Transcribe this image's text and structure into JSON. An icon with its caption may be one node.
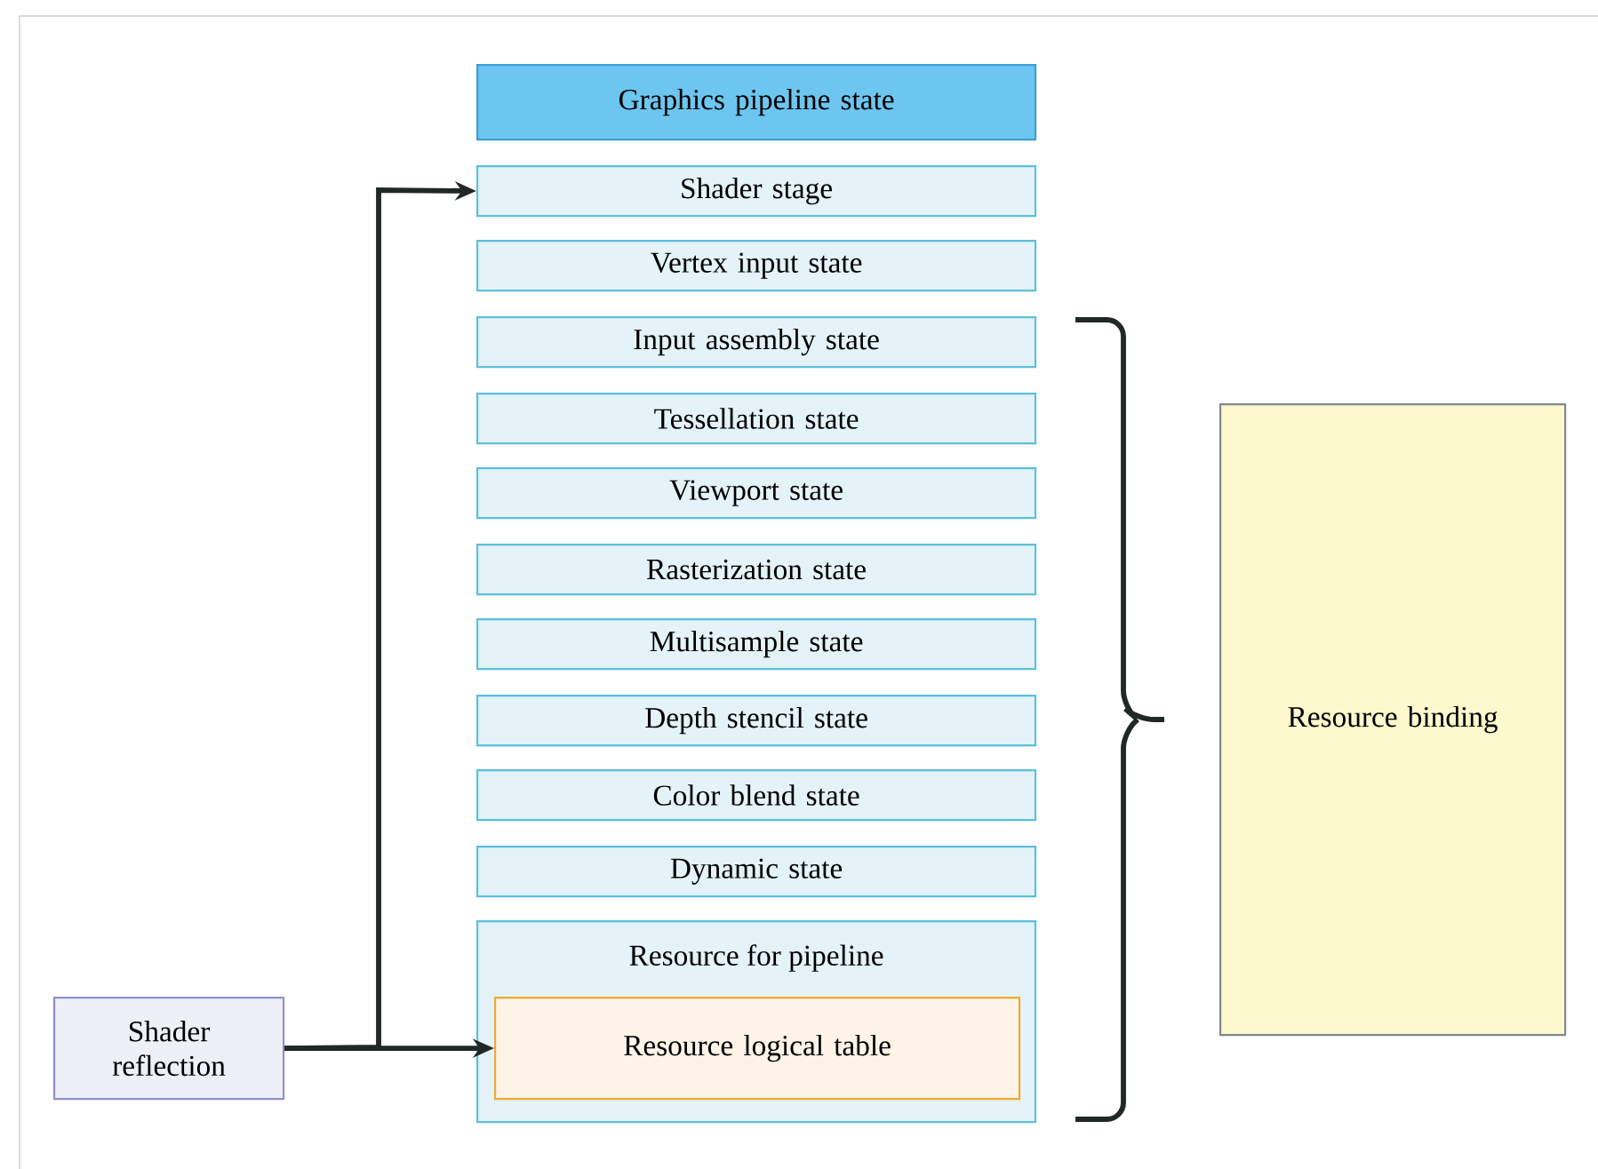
{
  "diagram": {
    "nodes": [
      {
        "text": [
          "Graphics pipeline state"
        ]
      },
      {
        "text": [
          "Shader stage"
        ]
      },
      {
        "text": [
          "Vertex input state"
        ]
      },
      {
        "text": [
          "Input assembly state"
        ]
      },
      {
        "text": [
          "Tessellation state"
        ]
      },
      {
        "text": [
          "Viewport state"
        ]
      },
      {
        "text": [
          "Rasterization state"
        ]
      },
      {
        "text": [
          "Multisample state"
        ]
      },
      {
        "text": [
          "Depth stencil state"
        ]
      },
      {
        "text": [
          "Color blend state"
        ]
      },
      {
        "text": [
          "Dynamic state"
        ]
      },
      {
        "text": [
          "Resource for pipeline"
        ]
      },
      {
        "text": [
          "Resource logical table"
        ],
        "in": 11
      },
      {
        "text": [
          "Shader reflection"
        ]
      },
      {
        "text": [
          "Resource binding"
        ]
      }
    ],
    "edges": [
      {
        "from": 13,
        "to": 1,
        "arrow": "to"
      },
      {
        "from": 13,
        "to": 12,
        "arrow": "to"
      }
    ]
  }
}
